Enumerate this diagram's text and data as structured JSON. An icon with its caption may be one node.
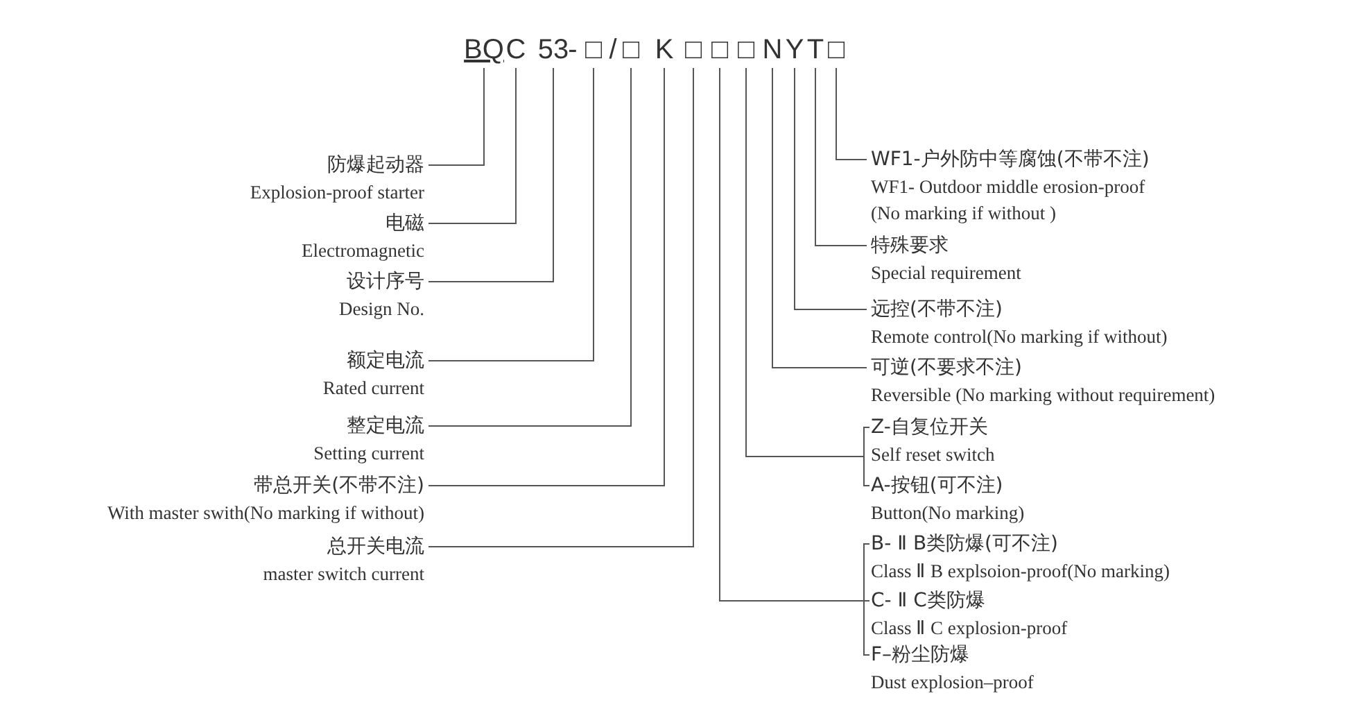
{
  "diagram": {
    "nodes": [
      {
        "text": [
          "BQ"
        ]
      },
      {
        "text": [
          "C"
        ]
      },
      {
        "text": [
          "53"
        ]
      },
      {
        "text": [
          "□"
        ]
      },
      {
        "text": [
          "□"
        ]
      },
      {
        "text": [
          "K"
        ]
      },
      {
        "text": [
          "□"
        ]
      },
      {
        "text": [
          "□"
        ]
      },
      {
        "text": [
          "□"
        ]
      },
      {
        "text": [
          "N"
        ]
      },
      {
        "text": [
          "Y"
        ]
      },
      {
        "text": [
          "T"
        ]
      },
      {
        "text": [
          "□"
        ]
      },
      {
        "text": [
          "防爆起动器",
          "Explosion-proof starter"
        ]
      },
      {
        "text": [
          "电磁",
          "Electromagnetic"
        ]
      },
      {
        "text": [
          "设计序号",
          "Design No."
        ]
      },
      {
        "text": [
          "额定电流",
          "Rated current"
        ]
      },
      {
        "text": [
          "整定电流",
          "Setting current"
        ]
      },
      {
        "text": [
          "带总开关(不带不注)",
          "With master swith(No marking if without)"
        ]
      },
      {
        "text": [
          "总开关电流",
          "master switch current"
        ]
      },
      {
        "text": [
          "WF1-户外防中等腐蚀(不带不注)",
          "WF1- Outdoor middle erosion-proof (No marking if without )"
        ]
      },
      {
        "text": [
          "特殊要求",
          "Special requirement"
        ]
      },
      {
        "text": [
          "远控(不带不注)",
          "Remote control(No marking if without)"
        ]
      },
      {
        "text": [
          "可逆(不要求不注)",
          "Reversible (No marking without requirement)"
        ]
      },
      {
        "text": [
          "Z-自复位开关",
          "Self reset switch"
        ]
      },
      {
        "text": [
          "A-按钮(可不注)",
          "Button(No marking)"
        ]
      },
      {
        "text": [
          "B- Ⅱ B类防爆(可不注)",
          "Class Ⅱ B explsoion-proof(No marking)"
        ]
      },
      {
        "text": [
          "C- Ⅱ C类防爆",
          "Class Ⅱ C explosion-proof"
        ]
      },
      {
        "text": [
          "F–粉尘防爆",
          "Dust explosion–proof"
        ]
      }
    ],
    "edges": [
      {
        "from": 13,
        "to": 0,
        "arrow": "none"
      },
      {
        "from": 14,
        "to": 1,
        "arrow": "none"
      },
      {
        "from": 15,
        "to": 2,
        "arrow": "none"
      },
      {
        "from": 16,
        "to": 3,
        "arrow": "none"
      },
      {
        "from": 17,
        "to": 4,
        "arrow": "none"
      },
      {
        "from": 18,
        "to": 5,
        "arrow": "none"
      },
      {
        "from": 19,
        "to": 6,
        "arrow": "none"
      },
      {
        "from": 20,
        "to": 12,
        "arrow": "none"
      },
      {
        "from": 21,
        "to": 11,
        "arrow": "none"
      },
      {
        "from": 22,
        "to": 10,
        "arrow": "none"
      },
      {
        "from": 23,
        "to": 9,
        "arrow": "none"
      },
      {
        "from": 24,
        "to": 8,
        "arrow": "none"
      },
      {
        "from": 25,
        "to": 8,
        "arrow": "none"
      },
      {
        "from": 26,
        "to": 7,
        "arrow": "none"
      },
      {
        "from": 27,
        "to": 7,
        "arrow": "none"
      },
      {
        "from": 28,
        "to": 7,
        "arrow": "none"
      }
    ],
    "labels": [
      "-",
      "/"
    ]
  }
}
